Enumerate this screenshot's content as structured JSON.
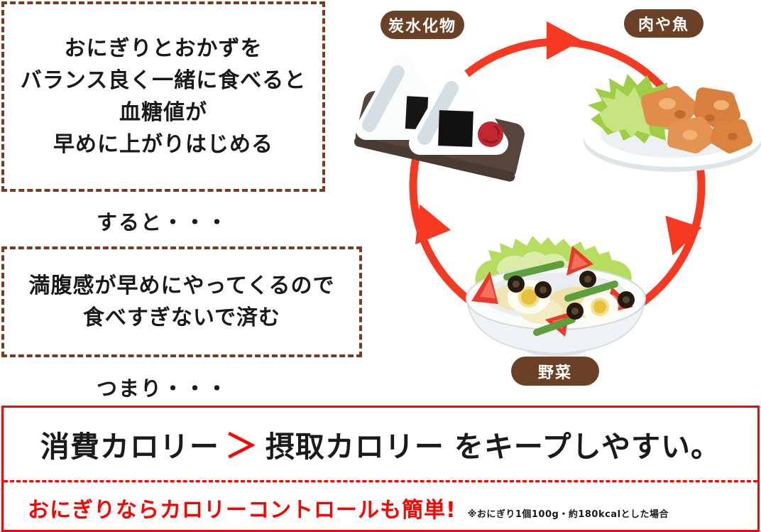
{
  "flow": {
    "box1": {
      "lines": [
        "おにぎりとおかずを",
        "バランス良く一緒に食べると",
        "血糖値が",
        "早めに上がりはじめる"
      ]
    },
    "connector1": "すると・・・",
    "box2": {
      "lines": [
        "満腹感が早めにやってくるので",
        "食べすぎないで済む"
      ]
    },
    "connector2": "つまり・・・"
  },
  "cycle": {
    "carb_label": "炭水化物",
    "meat_label": "肉や魚",
    "veg_label": "野菜",
    "icons": {
      "carb": "onigiri-illustration",
      "meat": "karaage-plate-illustration",
      "veg": "salad-bowl-illustration"
    }
  },
  "conclusion": {
    "consumed": "消費カロリー",
    "operator": "＞",
    "intake": "摂取カロリー",
    "suffix": "をキープしやすい。",
    "subtitle": "おにぎりならカロリーコントロールも簡単!",
    "note": "※おにぎり1個100g・約180kcalとした場合"
  },
  "colors": {
    "cycle_red": "#f53a21",
    "banner_red": "#ff0000",
    "dashed_box_brown": "#7d3a1e",
    "badge_brown": "#6a4126",
    "text_black": "#1a1a1a",
    "background": "#ffffff"
  }
}
